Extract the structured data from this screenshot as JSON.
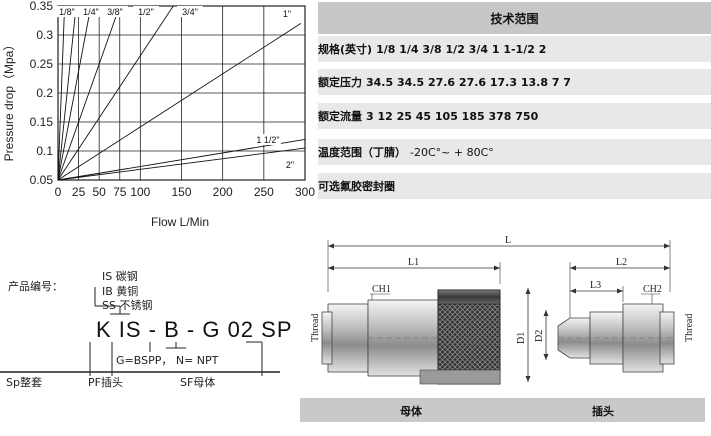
{
  "chart_data": {
    "type": "line",
    "xlabel": "Flow L/Min",
    "ylabel": "Pressure drop（Mpa）",
    "xlim": [
      0,
      300
    ],
    "ylim": [
      0.05,
      0.35
    ],
    "xticks": [
      "0",
      "25",
      "50",
      "75",
      "100",
      "150",
      "200",
      "250",
      "300"
    ],
    "yticks": [
      "0.05",
      "0.1",
      "0.15",
      "0.2",
      "0.25",
      "0.3",
      "0.35"
    ],
    "series": [
      {
        "name": "1/8\"",
        "x": [
          0,
          8
        ],
        "y": [
          0.05,
          0.35
        ]
      },
      {
        "name": "1/4\"",
        "x": [
          0,
          22
        ],
        "y": [
          0.05,
          0.35
        ]
      },
      {
        "name": "3/8\"",
        "x": [
          0,
          40
        ],
        "y": [
          0.05,
          0.35
        ]
      },
      {
        "name": "1/2\"",
        "x": [
          0,
          75
        ],
        "y": [
          0.05,
          0.35
        ]
      },
      {
        "name": "3/4\"",
        "x": [
          0,
          140
        ],
        "y": [
          0.05,
          0.35
        ]
      },
      {
        "name": "1\"",
        "x": [
          0,
          295
        ],
        "y": [
          0.05,
          0.32
        ]
      },
      {
        "name": "1 1/2\"",
        "x": [
          0,
          300
        ],
        "y": [
          0.05,
          0.12
        ]
      },
      {
        "name": "2\"",
        "x": [
          0,
          300
        ],
        "y": [
          0.05,
          0.105
        ]
      }
    ],
    "grid": true
  },
  "spec": {
    "title": "技术范围",
    "rows": [
      {
        "label": "规格(英寸)",
        "value": "1/8 1/4 3/8 1/2 3/4 1 1-1/2 2"
      },
      {
        "label": "额定压力",
        "value": "34.5 34.5 27.6 27.6 17.3 13.8 7 7"
      },
      {
        "label": "额定流量",
        "value": "3 12 25 45 105 185 378 750"
      },
      {
        "label": "温度范围（丁腈）",
        "value": "-20C°~ + 80C°"
      },
      {
        "label": "可选氟胶密封圈",
        "value": ""
      }
    ]
  },
  "code": {
    "caption": "产品编号：",
    "materials": [
      "IS  碳钢",
      "IB  黄铜",
      "SS 不锈钢"
    ],
    "model": "K IS - B - G 02 SP",
    "thread_note": "G=BSPP， N= NPT",
    "bottom_labels": [
      "Sp整套",
      "PF插头",
      "SF母体"
    ]
  },
  "drawing": {
    "dims": {
      "L": "L",
      "L1": "L1",
      "L2": "L2",
      "L3": "L3",
      "CH1": "CH1",
      "CH2": "CH2",
      "D1": "D1",
      "D2": "D2",
      "thread_left": "Thread",
      "thread_right": "Thread"
    },
    "labels": {
      "female": "母体",
      "male": "插头"
    }
  }
}
